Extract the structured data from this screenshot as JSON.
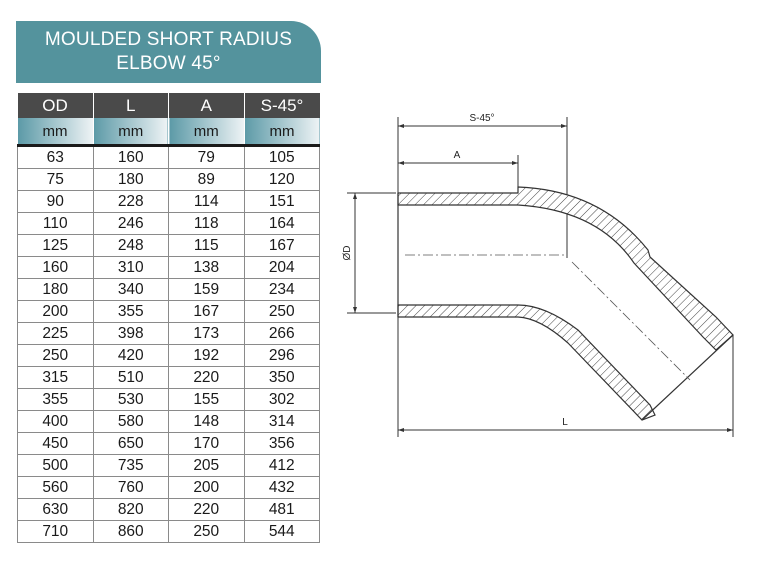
{
  "title": {
    "line1": "MOULDED SHORT RADIUS",
    "line2": "ELBOW 45°"
  },
  "table": {
    "headers": [
      "OD",
      "L",
      "A",
      "S-45°"
    ],
    "units": [
      "mm",
      "mm",
      "mm",
      "mm"
    ],
    "rows": [
      [
        "63",
        "160",
        "79",
        "105"
      ],
      [
        "75",
        "180",
        "89",
        "120"
      ],
      [
        "90",
        "228",
        "114",
        "151"
      ],
      [
        "110",
        "246",
        "118",
        "164"
      ],
      [
        "125",
        "248",
        "115",
        "167"
      ],
      [
        "160",
        "310",
        "138",
        "204"
      ],
      [
        "180",
        "340",
        "159",
        "234"
      ],
      [
        "200",
        "355",
        "167",
        "250"
      ],
      [
        "225",
        "398",
        "173",
        "266"
      ],
      [
        "250",
        "420",
        "192",
        "296"
      ],
      [
        "315",
        "510",
        "220",
        "350"
      ],
      [
        "355",
        "530",
        "155",
        "302"
      ],
      [
        "400",
        "580",
        "148",
        "314"
      ],
      [
        "450",
        "650",
        "170",
        "356"
      ],
      [
        "500",
        "735",
        "205",
        "412"
      ],
      [
        "560",
        "760",
        "200",
        "432"
      ],
      [
        "630",
        "820",
        "220",
        "481"
      ],
      [
        "710",
        "860",
        "250",
        "544"
      ]
    ]
  },
  "diagram": {
    "label_s45": "S-45°",
    "label_a": "A",
    "label_od": "ØD",
    "label_l": "L",
    "line_color": "#333333"
  }
}
